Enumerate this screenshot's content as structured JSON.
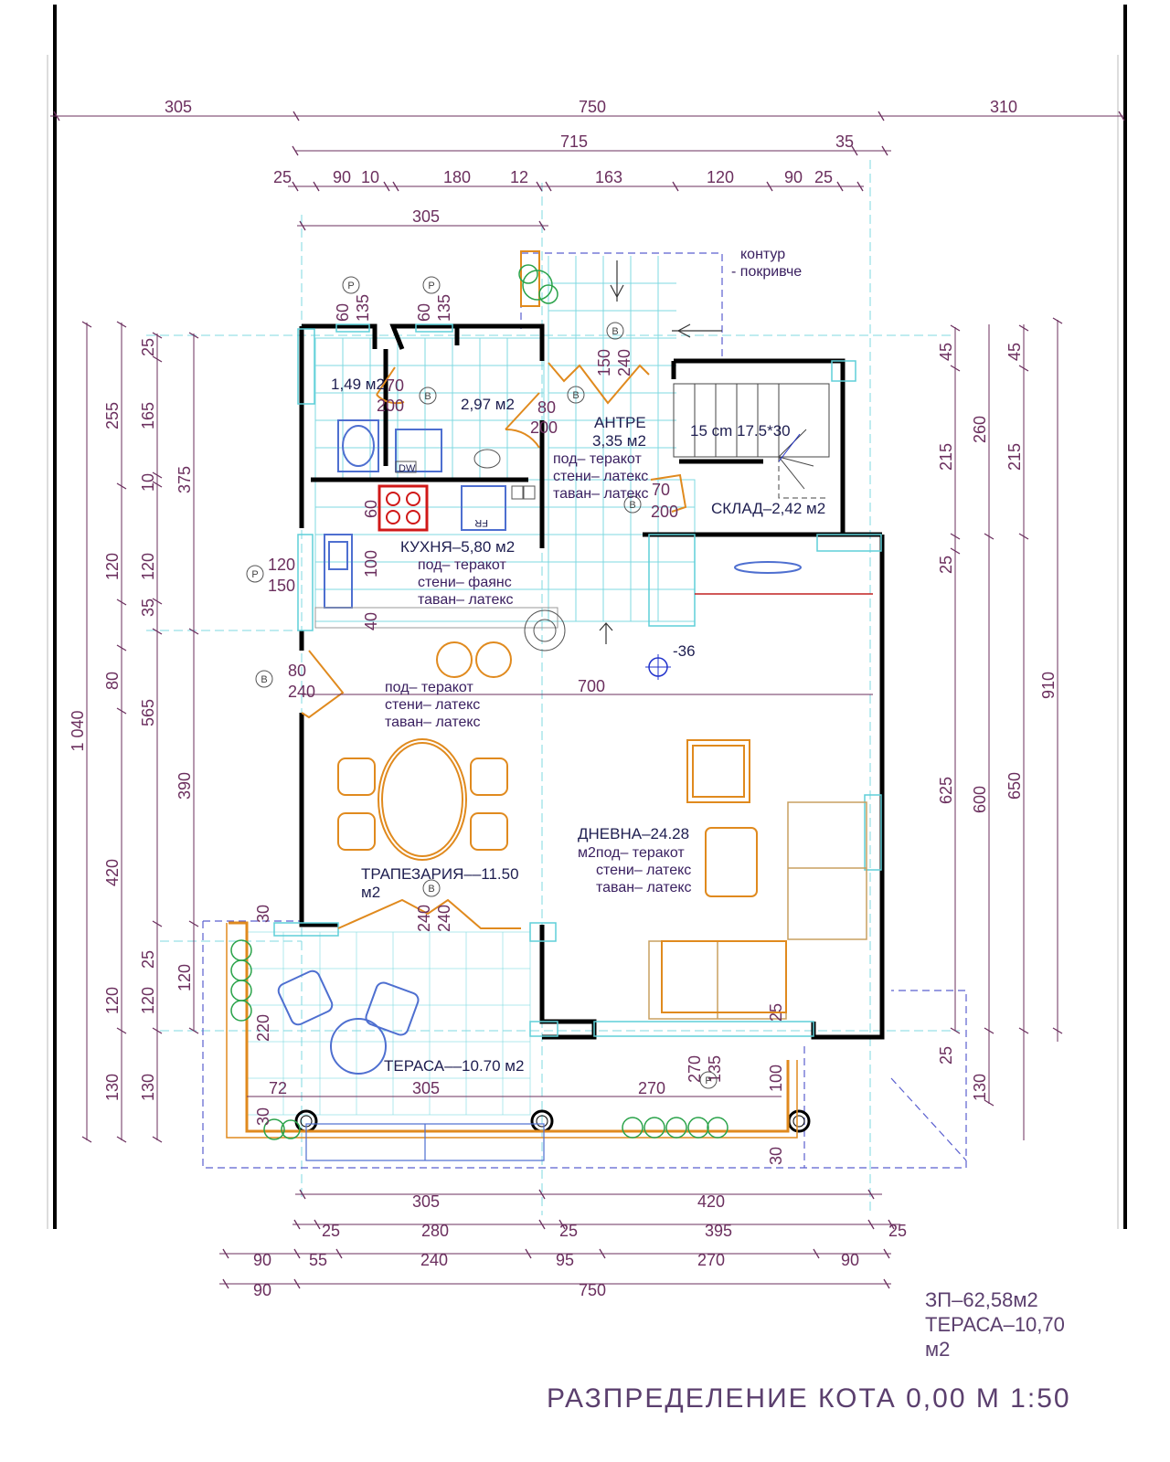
{
  "title": "РАЗПРЕДЕЛЕНИЕ КОТА 0,00 М 1:50",
  "summary": {
    "zp": "ЗП–62,58м2",
    "terrace_1": "ТЕРАСА–10,70",
    "terrace_2": "м2"
  },
  "roof_note": [
    "контур",
    "- покривче"
  ],
  "rooms": {
    "wc_area": "1,49 м2",
    "bath_area": "2,97 м2",
    "antre": [
      "АНТРЕ",
      "3,35 м2",
      "под– теракот",
      "стени– латекс",
      "таван– латекс"
    ],
    "stairs": "15 cm 17.5*30",
    "sklad": "СКЛАД–2,42 м2",
    "kitchen": [
      "КУХНЯ–5,80 м2",
      "под– теракот",
      "стени– фаянс",
      "таван– латекс"
    ],
    "dining_finish": [
      "под– теракот",
      "стени– латекс",
      "таван– латекс"
    ],
    "dining": [
      "ТРАПЕЗАРИЯ––11.50",
      "м2"
    ],
    "living": [
      "ДНЕВНА–24.28",
      "м2под– теракот",
      "стени– латекс",
      "таван– латекс"
    ],
    "terrace": "ТЕРАСА––10.70 м2",
    "level": "-36",
    "dw": "DW",
    "fr": "FR"
  },
  "dimensions": {
    "top_row1": [
      "305",
      "750",
      "310"
    ],
    "top_row2": [
      "715",
      "35"
    ],
    "top_row3": [
      "25",
      "90",
      "10",
      "180",
      "12",
      "163",
      "120",
      "90",
      "25"
    ],
    "top_row4": [
      "305"
    ],
    "bottom_row1": [
      "305",
      "420"
    ],
    "bottom_row2": [
      "25",
      "280",
      "25",
      "395",
      "25"
    ],
    "bottom_row3": [
      "90",
      "55",
      "240",
      "95",
      "270",
      "90"
    ],
    "bottom_row4": [
      "90",
      "750"
    ],
    "left_outer": [
      "1 040"
    ],
    "left_mid": [
      "255",
      "120",
      "80",
      "420",
      "120",
      "130"
    ],
    "left_inner": [
      "25",
      "165",
      "10",
      "120",
      "35",
      "565",
      "25",
      "120",
      "130"
    ],
    "left_inner2": [
      "375",
      "390",
      "120"
    ],
    "right_inner": [
      "45",
      "215",
      "25",
      "625",
      "25"
    ],
    "right_mid": [
      "260",
      "600",
      "130"
    ],
    "right_outer": [
      "45",
      "215",
      "650",
      "910"
    ],
    "openings": {
      "w1": [
        "60",
        "135"
      ],
      "w2": [
        "60",
        "135"
      ],
      "door_wc": [
        "70",
        "200"
      ],
      "door_bath": [
        "80",
        "200"
      ],
      "door_antre": [
        "150",
        "240"
      ],
      "door_sklad": [
        "70",
        "200"
      ],
      "win_kitchen_v": [
        "60"
      ],
      "win_kitchen_h": [
        "120",
        "150"
      ],
      "kitchen_v": [
        "100",
        "40"
      ],
      "door_dining": [
        "80",
        "240"
      ],
      "door_terrace": [
        "240",
        "240"
      ],
      "win_living": [
        "270",
        "135"
      ],
      "dim_700": "700",
      "dim_305": "305",
      "dim_270": "270",
      "dim_72": "72",
      "dim_220": "220",
      "dim_30a": "30",
      "dim_30b": "30",
      "dim_30c": "30",
      "dim_100": "100",
      "dim_25": "25"
    }
  },
  "markers": {
    "p": "P",
    "b": "B"
  },
  "colors": {
    "dim": "#6b2f5e",
    "wall": "#000000",
    "tile_grid": "#7fd8e0",
    "furniture": "#e08a1e",
    "plants": "#2aa34a",
    "stove": "#d01818",
    "outline_dash": "#5a5fcf"
  }
}
